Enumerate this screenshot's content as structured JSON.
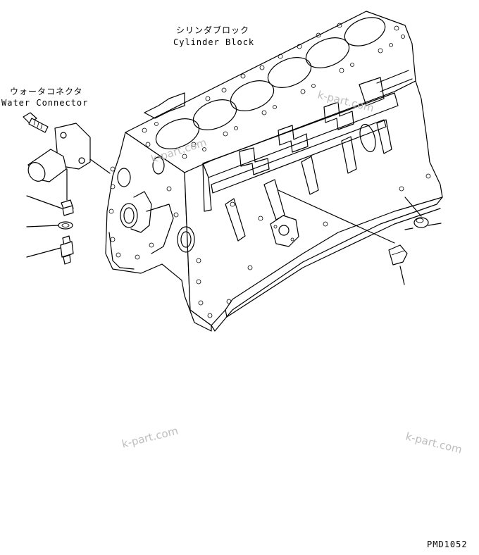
{
  "labels": {
    "cylinder_block_jp": "シリンダブロック",
    "cylinder_block_en": "Cylinder Block",
    "water_connector_jp": "ウォータコネクタ",
    "water_connector_en": "Water Connector"
  },
  "watermarks": [
    "k-part.com",
    "k-part.com",
    "k-part.com",
    "k-part.com"
  ],
  "drawing_code": "PMD1052",
  "colors": {
    "line": "#000000",
    "background": "#ffffff",
    "watermark": "#bdbdbd"
  }
}
